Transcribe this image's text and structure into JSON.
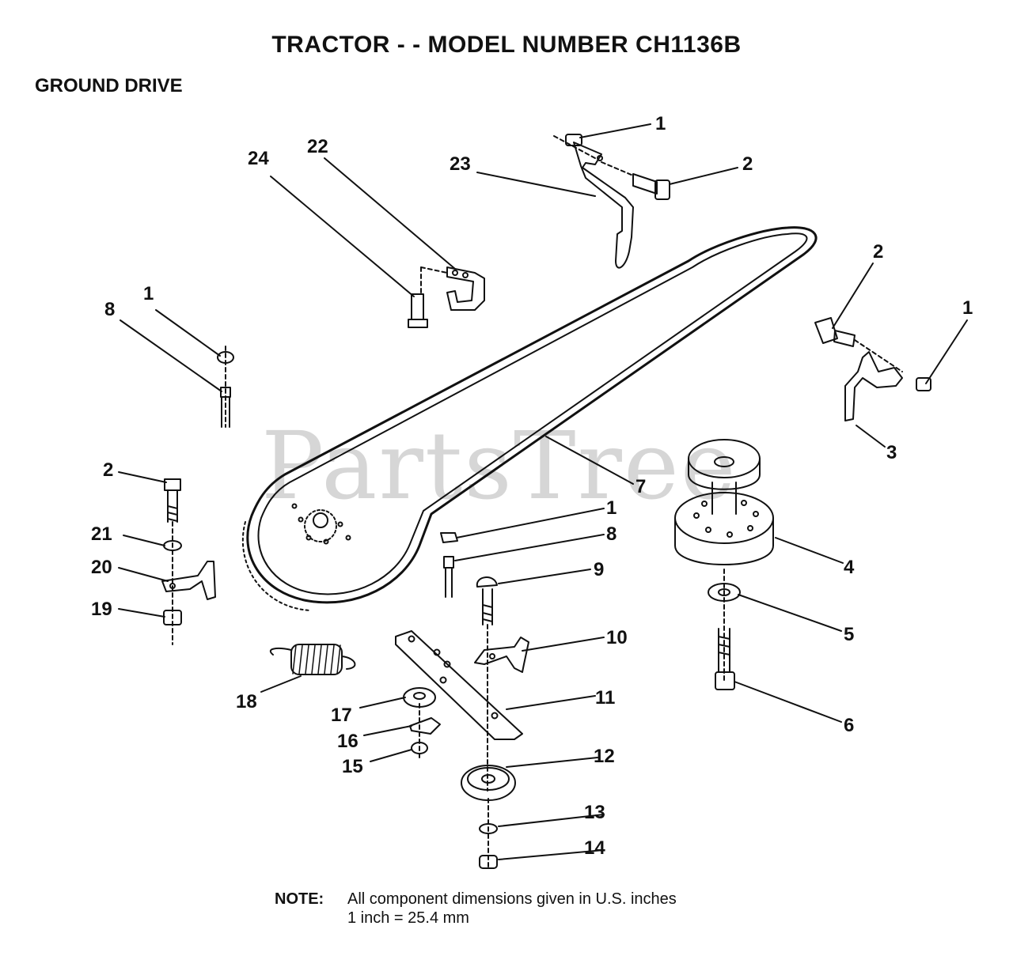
{
  "title": "TRACTOR  - - MODEL NUMBER CH1136B",
  "subtitle": "GROUND DRIVE",
  "watermark": "PartsTree",
  "note": {
    "label": "NOTE:",
    "line1": "All component dimensions given in U.S. inches",
    "line2": "1 inch = 25.4 mm"
  },
  "callouts": [
    "1",
    "2",
    "23",
    "24",
    "22",
    "2",
    "1",
    "3",
    "1",
    "8",
    "7",
    "2",
    "1",
    "8",
    "9",
    "4",
    "21",
    "20",
    "19",
    "5",
    "10",
    "18",
    "11",
    "6",
    "17",
    "16",
    "15",
    "12",
    "13",
    "14"
  ],
  "colors": {
    "line": "#111111",
    "watermark": "#d6d6d6"
  }
}
